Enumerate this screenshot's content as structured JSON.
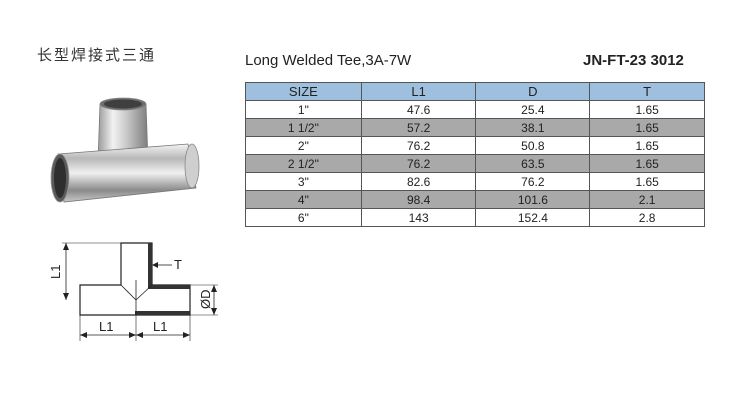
{
  "title_cn": "长型焊接式三通",
  "title_en": "Long Welded Tee,3A-7W",
  "product_code": "JN-FT-23 3012",
  "table": {
    "headers": [
      "SIZE",
      "L1",
      "D",
      "T"
    ],
    "rows": [
      [
        "1\"",
        "47.6",
        "25.4",
        "1.65"
      ],
      [
        "1 1/2\"",
        "57.2",
        "38.1",
        "1.65"
      ],
      [
        "2\"",
        "76.2",
        "50.8",
        "1.65"
      ],
      [
        "2 1/2\"",
        "76.2",
        "63.5",
        "1.65"
      ],
      [
        "3\"",
        "82.6",
        "76.2",
        "1.65"
      ],
      [
        "4\"",
        "98.4",
        "101.6",
        "2.1"
      ],
      [
        "6\"",
        "143",
        "152.4",
        "2.8"
      ]
    ]
  },
  "drawing_labels": {
    "l1_vertical": "L1",
    "t": "T",
    "od": "ØD",
    "l1_left": "L1",
    "l1_right": "L1"
  },
  "colors": {
    "header_bg": "#9ec0de",
    "shaded_row": "#a9a9a9",
    "steel_light": "#e8e8e8",
    "steel_dark": "#7a7a7a"
  }
}
